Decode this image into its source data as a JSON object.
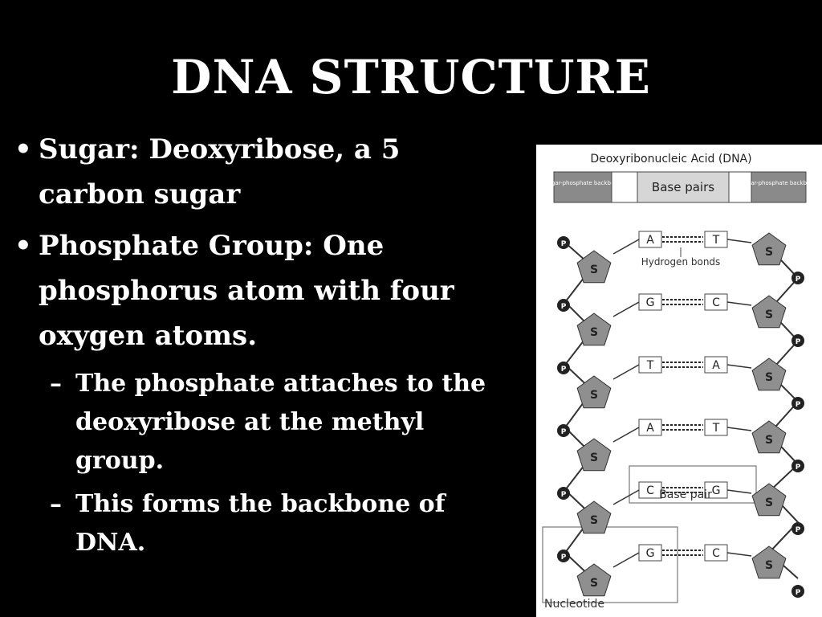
{
  "slide": {
    "title": "DNA STRUCTURE",
    "bullets": [
      {
        "bullet_char": "•",
        "text": "Sugar:  Deoxyribose, a 5 carbon sugar"
      },
      {
        "bullet_char": "•",
        "text": "Phosphate Group:  One phosphorus atom with four oxygen atoms."
      }
    ],
    "subbullets": [
      {
        "dash": "–",
        "text": "The phosphate attaches to the deoxyribose at the methyl group."
      },
      {
        "dash": "–",
        "text": "This forms the backbone of DNA."
      }
    ]
  },
  "figure": {
    "title": "Deoxyribonucleic Acid (DNA)",
    "header": {
      "left": "Sugar-phosphate backbone",
      "middle": "Base pairs",
      "right": "Sugar-phosphate backbone"
    },
    "sugar_label": "S",
    "phosphate_label": "P",
    "hydrogen_bonds_label": "Hydrogen bonds",
    "base_pair_label": "Base pair",
    "nucleotide_label": "Nucleotide",
    "pairs": [
      {
        "left": "A",
        "right": "T"
      },
      {
        "left": "G",
        "right": "C"
      },
      {
        "left": "T",
        "right": "A"
      },
      {
        "left": "A",
        "right": "T"
      },
      {
        "left": "C",
        "right": "G"
      },
      {
        "left": "G",
        "right": "C"
      }
    ],
    "colors": {
      "sugar": "#8f8f8f",
      "phosphate": "#222222",
      "header_side": "#8a8a8a",
      "header_mid": "#d6d6d6"
    }
  }
}
